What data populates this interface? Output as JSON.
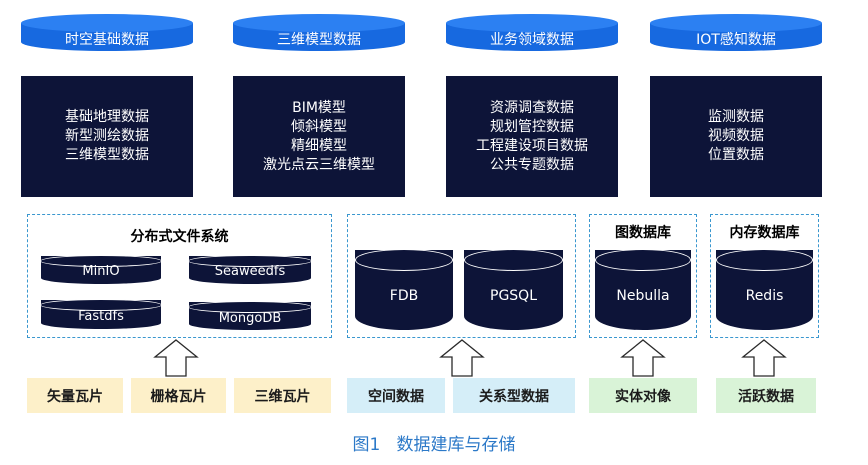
{
  "top_sources": [
    {
      "label": "时空基础数据",
      "items": [
        "基础地理数据",
        "新型测绘数据",
        "三维模型数据"
      ]
    },
    {
      "label": "三维模型数据",
      "items": [
        "BIM模型",
        "倾斜模型",
        "精细模型",
        "激光点云三维模型"
      ]
    },
    {
      "label": "业务领域数据",
      "items": [
        "资源调查数据",
        "规划管控数据",
        "工程建设项目数据",
        "公共专题数据"
      ]
    },
    {
      "label": "IOT感知数据",
      "items": [
        "监测数据",
        "视频数据",
        "位置数据"
      ]
    }
  ],
  "storage": {
    "distributed_fs": {
      "title": "分布式文件系统",
      "items": [
        "MinIO",
        "Seaweedfs",
        "Fastdfs",
        "MongoDB"
      ]
    },
    "relational": {
      "items": [
        "FDB",
        "PGSQL"
      ]
    },
    "graph_db": {
      "title": "图数据库",
      "items": [
        "Nebulla"
      ]
    },
    "memory_db": {
      "title": "内存数据库",
      "items": [
        "Redis"
      ]
    }
  },
  "inputs": [
    {
      "label": "矢量瓦片",
      "color": "#fdf0c9"
    },
    {
      "label": "栅格瓦片",
      "color": "#fdf0c9"
    },
    {
      "label": "三维瓦片",
      "color": "#fdf0c9"
    },
    {
      "label": "空间数据",
      "color": "#d5eef8"
    },
    {
      "label": "关系型数据",
      "color": "#d5eef8"
    },
    {
      "label": "实体对像",
      "color": "#d9f3d7"
    },
    {
      "label": "活跃数据",
      "color": "#d9f3d7"
    }
  ],
  "caption": {
    "fig": "图1",
    "text": "数据建库与存储"
  },
  "colors": {
    "accent_blue": "#1769e0",
    "dark_navy": "#0d1438",
    "dashed_border": "#3a97cf",
    "caption": "#2c79c8"
  }
}
